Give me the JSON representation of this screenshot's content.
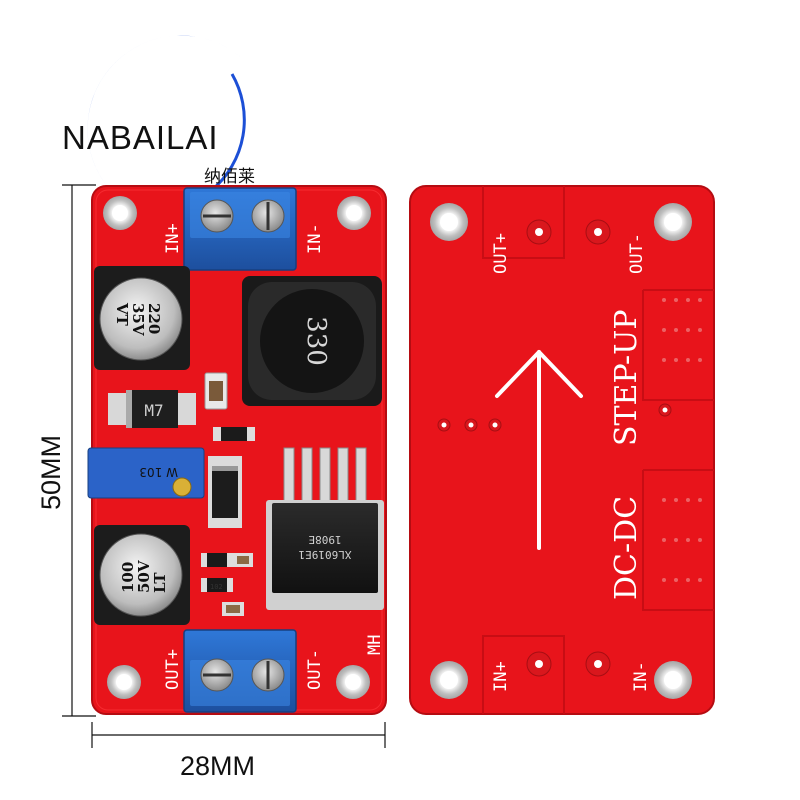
{
  "brand": {
    "name": "NABAILAI",
    "chinese": "纳佰莱",
    "accent_color": "#1c4fd6"
  },
  "dimensions": {
    "height_label": "50MM",
    "width_label": "28MM"
  },
  "front_board": {
    "pcb_color": "#e8141b",
    "in_plus": "IN+",
    "in_minus": "IN-",
    "out_plus": "OUT+",
    "out_minus": "OUT-",
    "mh": "MH",
    "cap_top": {
      "line1": "220",
      "line2": "35V",
      "line3": "VT"
    },
    "cap_bottom": {
      "line1": "100",
      "line2": "50V",
      "line3": "LT"
    },
    "inductor": "330",
    "diode": "M7",
    "trimmer": "W 103",
    "ic_line1": "XL6019E1",
    "ic_line2": "1908E",
    "resistor": "102"
  },
  "back_board": {
    "out_plus": "OUT+",
    "out_minus": "OUT-",
    "in_plus": "IN+",
    "in_minus": "IN-",
    "title_upper": "STEP-UP",
    "title_lower": "DC-DC",
    "arrow_icon": "arrow-up-icon"
  }
}
